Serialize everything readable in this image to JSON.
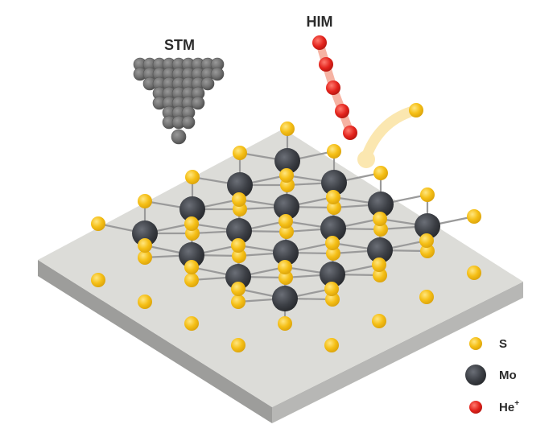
{
  "labels": {
    "stm": "STM",
    "him": "HIM"
  },
  "legend": [
    {
      "symbol": "sulfur-atom-icon",
      "label": "S",
      "color": "#f5bf16"
    },
    {
      "symbol": "molybdenum-atom-icon",
      "label": "Mo",
      "color": "#3c3f45"
    },
    {
      "symbol": "helium-ion-icon",
      "label": "He",
      "superscript": "+",
      "color": "#e3231c"
    }
  ],
  "colors": {
    "sulfur": "#f5bf16",
    "molybdenum": "#3c3f45",
    "helium_ion": "#e3231c",
    "stm_tip": "#6f6f6f",
    "substrate_top": "#dcdcd8",
    "substrate_side_left": "#9d9d9b",
    "substrate_side_right": "#b7b7b5",
    "bond": "#9a9a9a",
    "sputter_glow": "#fbe7b0"
  }
}
